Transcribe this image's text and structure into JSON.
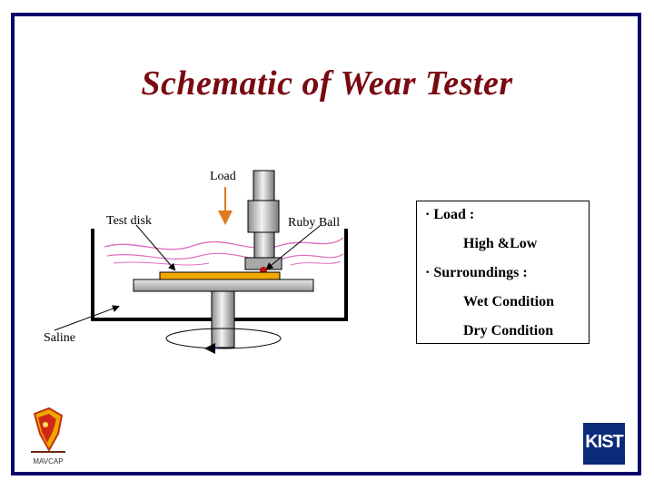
{
  "title": "Schematic of Wear Tester",
  "labels": {
    "load": "Load",
    "test_disk": "Test disk",
    "ruby_ball": "Ruby Ball",
    "saline": "Saline"
  },
  "info": {
    "bullet": "·",
    "load_heading": "Load :",
    "load_value": "High &Low",
    "surroundings_heading": "Surroundings :",
    "surroundings_values": [
      "Wet Condition",
      "Dry Condition"
    ]
  },
  "logos": {
    "left_caption": "MAVCAP",
    "right_text": "KIST",
    "right_color": "#0b2a78"
  },
  "colors": {
    "title": "#7a0a12",
    "frame": "#06066a",
    "load_arrow": "#e07a20",
    "disk": "#f0a800",
    "liquid": "#e070c0"
  }
}
